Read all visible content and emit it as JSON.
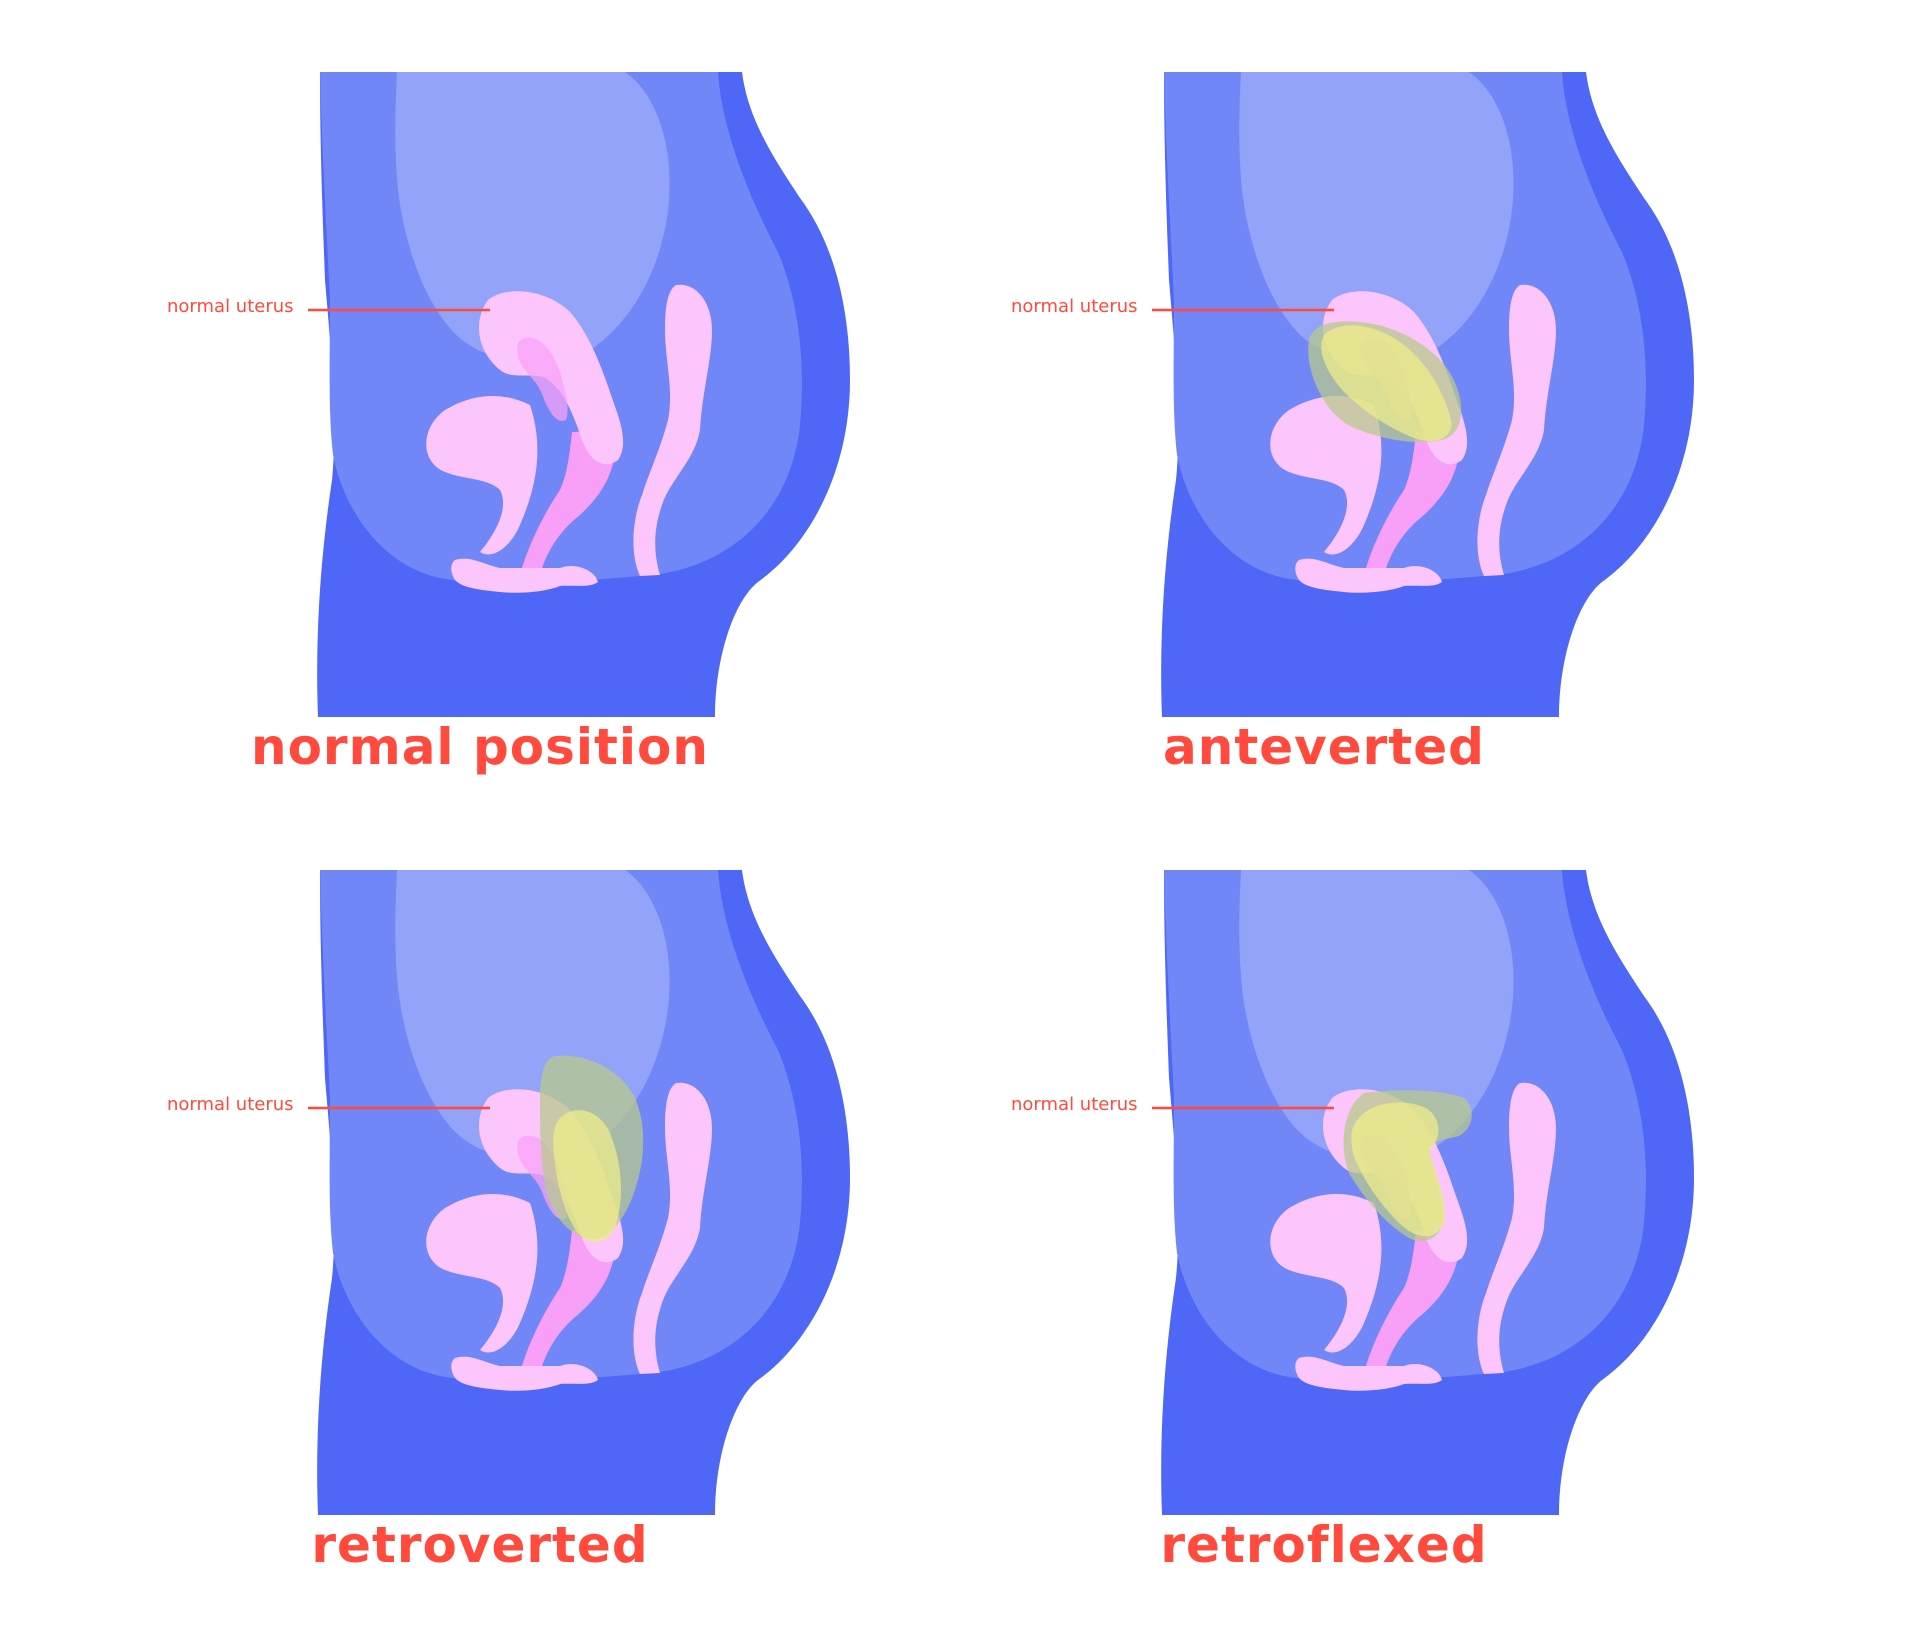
{
  "colors": {
    "body": "#4e67f6",
    "pelvis": "#7186f7",
    "bladder": "#93a3f9",
    "organ_pink": "#fcc5fb",
    "organ_pink_deep": "#f8a0f7",
    "overlay_green": "#b8c98e",
    "overlay_yellow": "#ecec8a",
    "accent": "#ff4a3d"
  },
  "panels": [
    {
      "title": "normal position",
      "callout": "normal uterus",
      "variant": "normal"
    },
    {
      "title": "anteverted",
      "callout": "normal uterus",
      "variant": "anteverted"
    },
    {
      "title": "retroverted",
      "callout": "normal uterus",
      "variant": "retroverted"
    },
    {
      "title": "retroflexed",
      "callout": "normal uterus",
      "variant": "retroflexed"
    }
  ]
}
